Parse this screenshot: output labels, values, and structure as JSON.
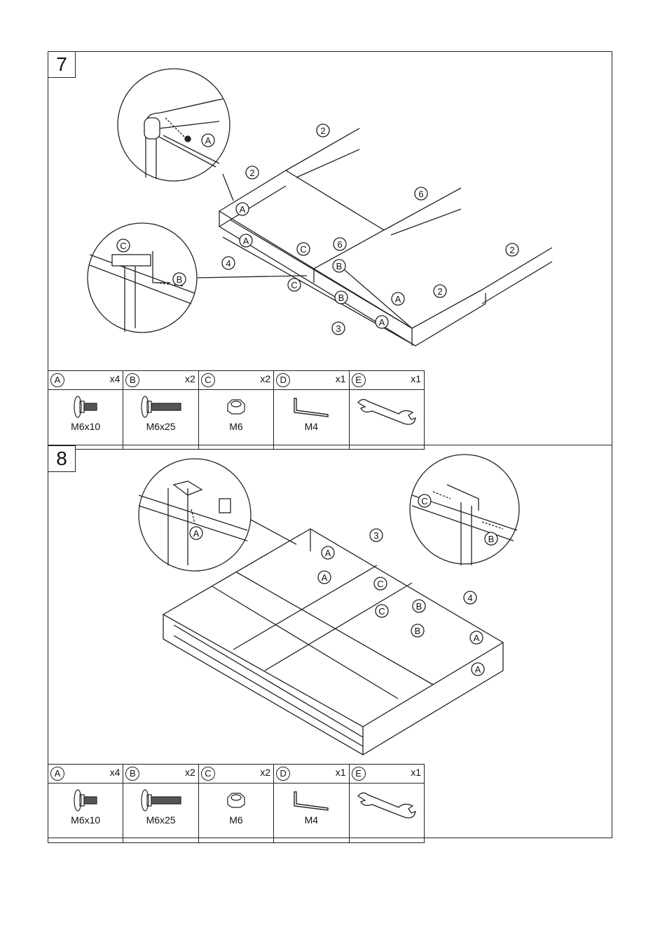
{
  "steps": [
    {
      "number": "7",
      "callouts": {
        "A": "A",
        "B": "B",
        "C": "C",
        "n2": "2",
        "n3": "3",
        "n4": "4",
        "n6": "6"
      },
      "parts": [
        {
          "letter": "A",
          "qty": "x4",
          "label": "M6x10",
          "icon": "short-bolt-icon"
        },
        {
          "letter": "B",
          "qty": "x2",
          "label": "M6x25",
          "icon": "long-bolt-icon"
        },
        {
          "letter": "C",
          "qty": "x2",
          "label": "M6",
          "icon": "hex-nut-icon"
        },
        {
          "letter": "D",
          "qty": "x1",
          "label": "M4",
          "icon": "allen-key-icon"
        },
        {
          "letter": "E",
          "qty": "x1",
          "label": "",
          "icon": "wrench-icon"
        }
      ]
    },
    {
      "number": "8",
      "callouts": {
        "A": "A",
        "B": "B",
        "C": "C",
        "n3": "3",
        "n4": "4"
      },
      "parts": [
        {
          "letter": "A",
          "qty": "x4",
          "label": "M6x10",
          "icon": "short-bolt-icon"
        },
        {
          "letter": "B",
          "qty": "x2",
          "label": "M6x25",
          "icon": "long-bolt-icon"
        },
        {
          "letter": "C",
          "qty": "x2",
          "label": "M6",
          "icon": "hex-nut-icon"
        },
        {
          "letter": "D",
          "qty": "x1",
          "label": "M4",
          "icon": "allen-key-icon"
        },
        {
          "letter": "E",
          "qty": "x1",
          "label": "",
          "icon": "wrench-icon"
        }
      ]
    }
  ]
}
